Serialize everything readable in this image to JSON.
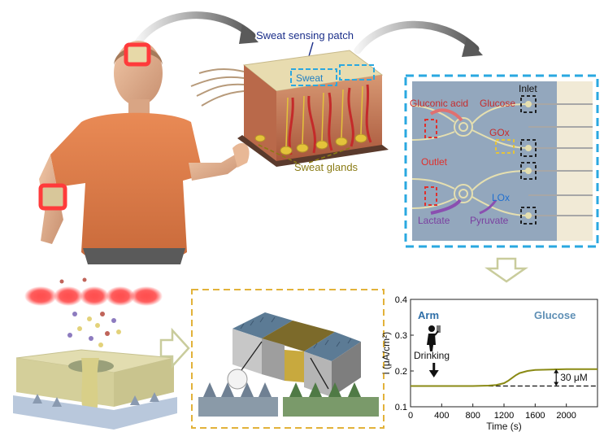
{
  "labels": {
    "patch": "Sweat sensing patch",
    "sweat": "Sweat",
    "glands": "Sweat glands",
    "inlet": "Inlet",
    "gluconic_acid": "Gluconic acid",
    "glucose": "Glucose",
    "gox": "GOx",
    "outlet": "Outlet",
    "lox": "LOx",
    "lactate": "Lactate",
    "pyruvate": "Pyruvate"
  },
  "colors": {
    "panel_border": "#2aa8e0",
    "mid_border": "#e2b23a",
    "red_box": "#e0302c",
    "patch_text": "#1b2f8a",
    "glands_text": "#8a7b14",
    "chip_bg": "#93a7bd",
    "trace": "#8a8a14",
    "arm_text": "#2f6fa8",
    "glucose_text": "#5e8fb5"
  },
  "chart_data": {
    "type": "line",
    "xlabel": "Time (s)",
    "ylabel": "i (μA/cm²)",
    "xlim": [
      0,
      2400
    ],
    "ylim": [
      0.1,
      0.4
    ],
    "xticks": [
      0,
      400,
      800,
      1200,
      1600,
      2000
    ],
    "yticks": [
      0.1,
      0.2,
      0.3,
      0.4
    ],
    "x": [
      0,
      200,
      400,
      600,
      800,
      1000,
      1100,
      1200,
      1250,
      1300,
      1350,
      1400,
      1500,
      1600,
      1800,
      2000,
      2200,
      2400
    ],
    "y": [
      0.158,
      0.158,
      0.158,
      0.158,
      0.158,
      0.159,
      0.161,
      0.166,
      0.172,
      0.18,
      0.188,
      0.194,
      0.2,
      0.203,
      0.204,
      0.205,
      0.205,
      0.205
    ],
    "annotations": {
      "arm": "Arm",
      "glucose": "Glucose",
      "event": "Drinking",
      "event_x": 300,
      "delta": "30 μM",
      "baseline_y": 0.158,
      "plateau_y": 0.205
    }
  }
}
